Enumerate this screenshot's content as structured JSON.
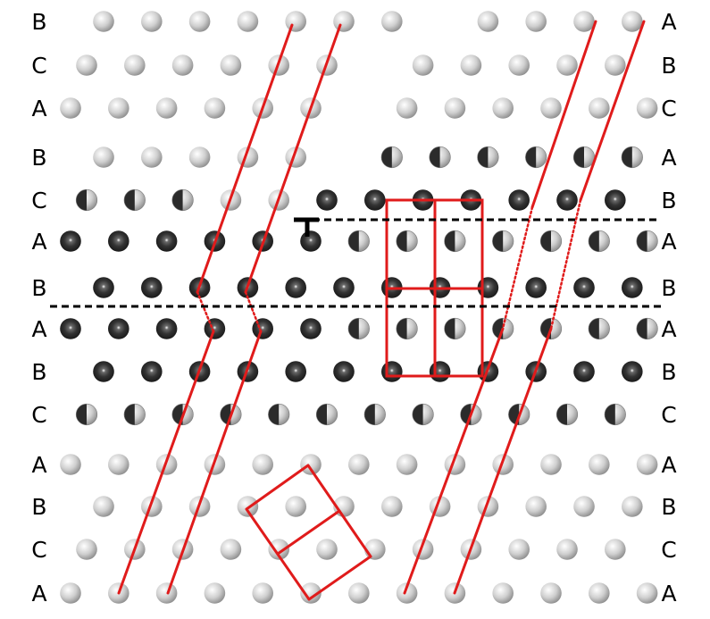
{
  "left_labels": [
    "B",
    "C",
    "A",
    "B",
    "C",
    "A",
    "B",
    "A",
    "B",
    "C",
    "A",
    "B",
    "C",
    "A"
  ],
  "right_labels": [
    "A",
    "B",
    "C",
    "A",
    "B",
    "A",
    "B",
    "A",
    "B",
    "C",
    "A",
    "B",
    "C",
    "A"
  ],
  "colors": {
    "line": "#e01b1b",
    "dark_atom": "#2b2b2b",
    "light_atom": "#c8c8c8",
    "dashed": "#000000",
    "label": "#000000"
  },
  "atom_types": [
    "light-atom",
    "half-atom",
    "dark-atom"
  ]
}
